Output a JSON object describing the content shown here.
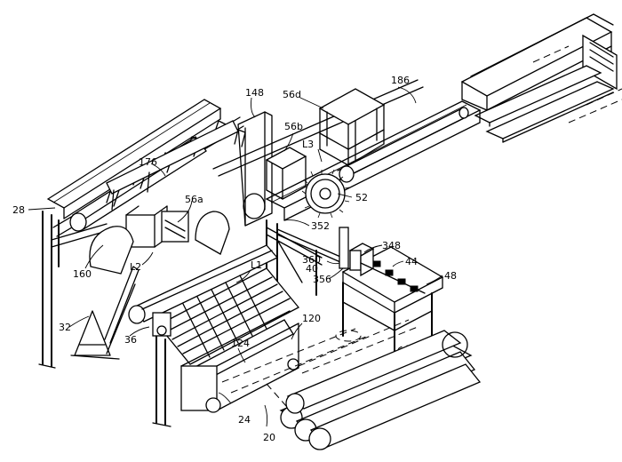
{
  "labels": {
    "l148": "148",
    "l56d": "56d",
    "l186": "186",
    "l56b": "56b",
    "l176": "176",
    "lL3": "L3",
    "l52": "52",
    "l28": "28",
    "l56a": "56a",
    "l352": "352",
    "l348": "348",
    "l360": "360",
    "l40": "40",
    "l44": "44",
    "l356": "356",
    "l48": "48",
    "l160": "160",
    "lL2": "L2",
    "lL1": "L1",
    "l32": "32",
    "l36": "36",
    "l120": "120",
    "l124": "124",
    "l24": "24",
    "l20": "20"
  }
}
